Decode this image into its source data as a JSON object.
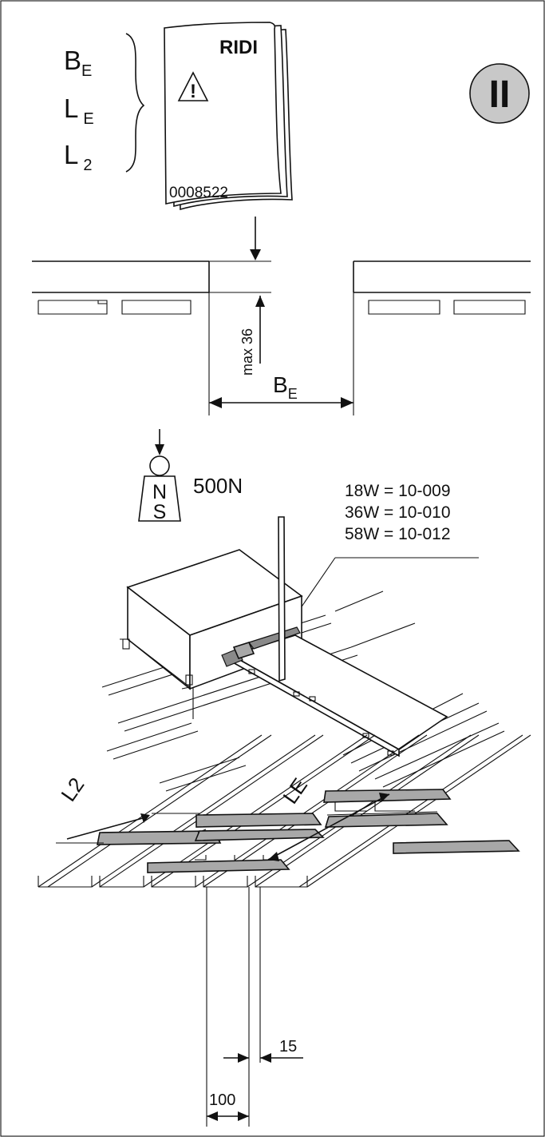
{
  "manual": {
    "brand": "RIDI",
    "warning_symbol": "!",
    "doc_number": "0008522",
    "params": [
      "B",
      "L",
      "L"
    ],
    "params_sub": [
      "E",
      "E",
      "2"
    ]
  },
  "step_badge": "II",
  "gap": {
    "height_label": "max 36",
    "width_label": "B",
    "width_label_sub": "E"
  },
  "load": {
    "n_label": "N",
    "s_label": "S",
    "force_label": "500N"
  },
  "tool_codes": [
    "18W = 10-009",
    "36W = 10-010",
    "58W = 10-012"
  ],
  "layout_labels": {
    "l2": "L2",
    "le": "LE",
    "dim_100": "100",
    "dim_15": "15"
  },
  "icons": [
    "warning-triangle-icon",
    "down-arrow-icon",
    "weight-icon"
  ]
}
